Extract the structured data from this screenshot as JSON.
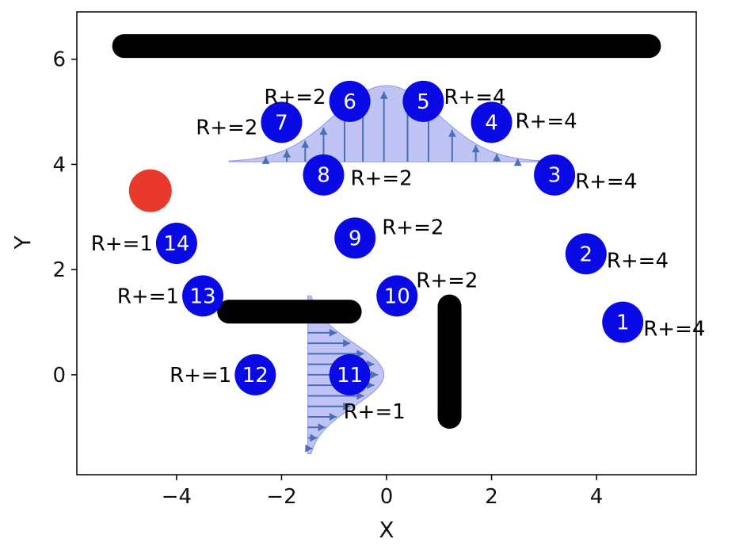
{
  "chart_data": {
    "type": "scatter",
    "title": "",
    "xlabel": "X",
    "ylabel": "Y",
    "xlim": [
      -5.9,
      5.9
    ],
    "ylim": [
      -1.9,
      6.9
    ],
    "xticks": [
      -4,
      -2,
      0,
      2,
      4
    ],
    "yticks": [
      0,
      2,
      4,
      6
    ],
    "xtick_labels": [
      "−4",
      "−2",
      "0",
      "2",
      "4"
    ],
    "ytick_labels": [
      "0",
      "2",
      "4",
      "6"
    ],
    "grid": false,
    "colors": {
      "waypoint": "#0a0ae6",
      "agent": "#e8392c",
      "obstacle": "#000000",
      "flow_fill": "#aab0f0",
      "flow_arrow": "#4a6fb5"
    },
    "agent": {
      "x": -4.5,
      "y": 3.5
    },
    "waypoints": [
      {
        "id": "1",
        "x": 4.5,
        "y": 1.0,
        "reward": "R+=4"
      },
      {
        "id": "2",
        "x": 3.8,
        "y": 2.3,
        "reward": "R+=4"
      },
      {
        "id": "3",
        "x": 3.2,
        "y": 3.8,
        "reward": "R+=4"
      },
      {
        "id": "4",
        "x": 2.0,
        "y": 4.8,
        "reward": "R+=4"
      },
      {
        "id": "5",
        "x": 0.7,
        "y": 5.2,
        "reward": "R+=4"
      },
      {
        "id": "6",
        "x": -0.7,
        "y": 5.2,
        "reward": "R+=2"
      },
      {
        "id": "7",
        "x": -2.0,
        "y": 4.8,
        "reward": "R+=2"
      },
      {
        "id": "8",
        "x": -1.2,
        "y": 3.8,
        "reward": "R+=2"
      },
      {
        "id": "9",
        "x": -0.6,
        "y": 2.6,
        "reward": "R+=2"
      },
      {
        "id": "10",
        "x": 0.2,
        "y": 1.5,
        "reward": "R+=2"
      },
      {
        "id": "11",
        "x": -0.7,
        "y": 0.0,
        "reward": "R+=1"
      },
      {
        "id": "12",
        "x": -2.5,
        "y": 0.0,
        "reward": "R+=1"
      },
      {
        "id": "13",
        "x": -3.5,
        "y": 1.5,
        "reward": "R+=1"
      },
      {
        "id": "14",
        "x": -4.0,
        "y": 2.5,
        "reward": "R+=1"
      }
    ],
    "obstacles": [
      {
        "x1": -5.0,
        "y1": 6.25,
        "x2": 5.0,
        "y2": 6.25
      },
      {
        "x1": -3.0,
        "y1": 1.2,
        "x2": -0.7,
        "y2": 1.2
      },
      {
        "x1": 1.2,
        "y1": 1.3,
        "x2": 1.2,
        "y2": -0.8
      }
    ],
    "flow_fields": [
      {
        "orientation": "up",
        "base": 4.05,
        "center": 0.0,
        "sigma": 1.0,
        "amp": 1.45,
        "from": -3.0,
        "to": 3.3,
        "arrows_at": [
          -2.3,
          -1.9,
          -1.55,
          -1.2,
          -0.8,
          -0.45,
          -0.05,
          0.4,
          0.8,
          1.25,
          1.7,
          2.1,
          2.5,
          2.9
        ]
      },
      {
        "orientation": "right",
        "base": -1.5,
        "center": 0.0,
        "sigma": 0.6,
        "amp": 1.45,
        "from": -1.5,
        "to": 1.5,
        "arrows_at": [
          1.3,
          1.05,
          0.8,
          0.6,
          0.4,
          0.2,
          0.0,
          -0.2,
          -0.4,
          -0.6,
          -0.8,
          -1.0,
          -1.2,
          -1.4
        ]
      }
    ]
  }
}
